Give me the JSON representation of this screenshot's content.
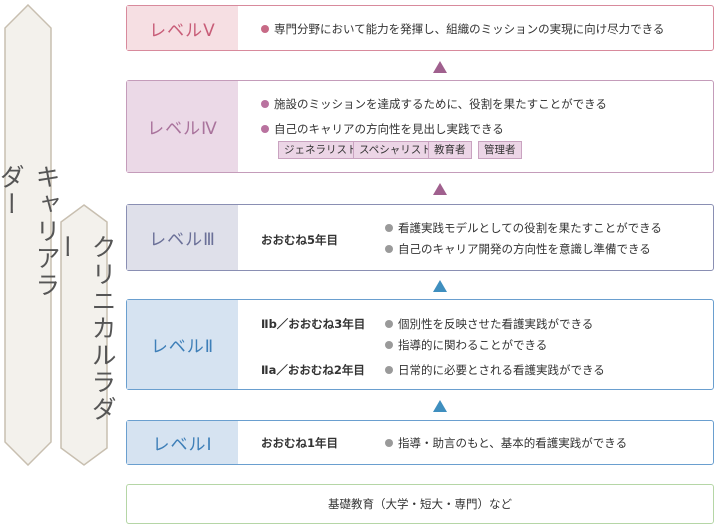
{
  "career_ladder": {
    "label": "キャリアラダー"
  },
  "clinical_ladder": {
    "label": "クリニカルラダー"
  },
  "levels": {
    "v": {
      "label": "レベルⅤ",
      "items": [
        "専門分野において能力を発揮し、組織のミッションの実現に向け尽力できる"
      ]
    },
    "iv": {
      "label": "レベルⅣ",
      "items": [
        "施設のミッションを達成するために、役割を果たすことができる",
        "自己のキャリアの方向性を見出し実践できる"
      ],
      "tags": [
        "ジェネラリスト",
        "スペシャリスト",
        "教育者",
        "管理者"
      ]
    },
    "iii": {
      "label": "レベルⅢ",
      "period": "おおむね5年目",
      "items": [
        "看護実践モデルとしての役割を果たすことができる",
        "自己のキャリア開発の方向性を意識し準備できる"
      ]
    },
    "ii": {
      "label": "レベルⅡ",
      "period_b": "Ⅱb／おおむね3年目",
      "items_b": [
        "個別性を反映させた看護実践ができる",
        "指導的に関わることができる"
      ],
      "period_a": "Ⅱa／おおむね2年目",
      "items_a": [
        "日常的に必要とされる看護実践ができる"
      ]
    },
    "i": {
      "label": "レベルⅠ",
      "period": "おおむね1年目",
      "items": [
        "指導・助言のもと、基本的看護実践ができる"
      ]
    }
  },
  "base": {
    "label": "基礎教育（大学・短大・専門）など"
  },
  "colors": {
    "level_v": "#c85d78",
    "level_iv": "#a9739c",
    "level_iii": "#8a8fb3",
    "level_ii": "#3e7fb8",
    "level_i": "#3e7fb8",
    "arrow_upper": "#a0608e",
    "arrow_lower": "#3f8fbf",
    "bullet_upper": "#b9729f",
    "bullet_lower": "#9a9a9a",
    "base_border": "#b5d6a6"
  }
}
